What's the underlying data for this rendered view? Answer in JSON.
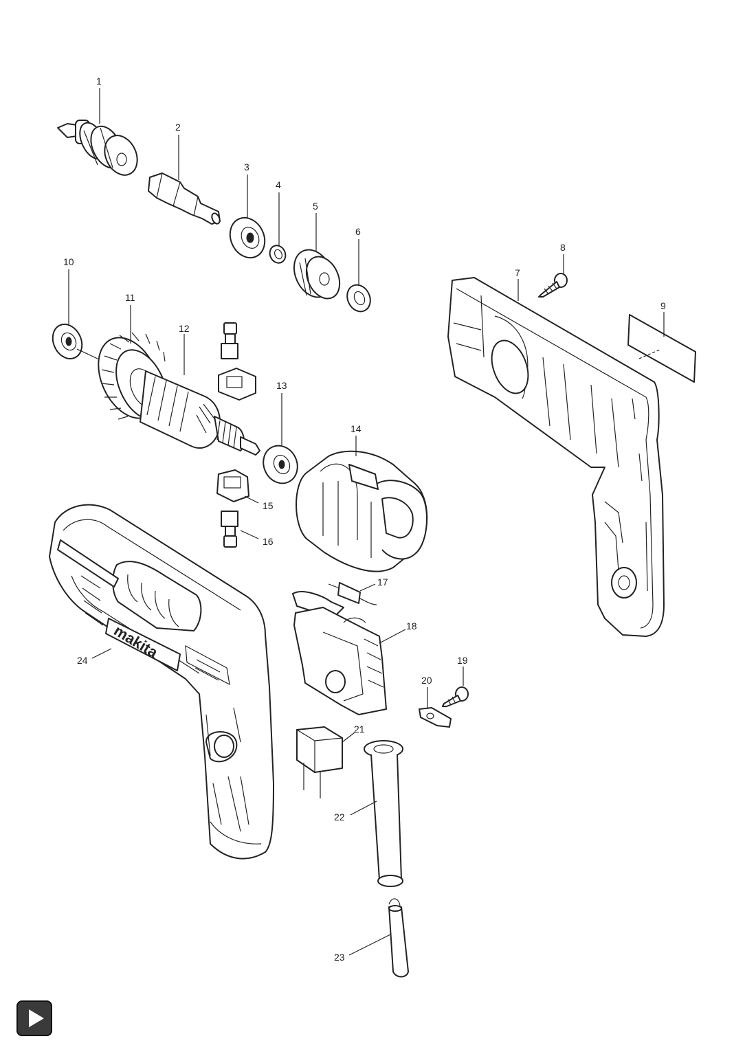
{
  "parts": [
    {
      "id": "part-1",
      "label": "1"
    },
    {
      "id": "part-2",
      "label": "2"
    },
    {
      "id": "part-3",
      "label": "3"
    },
    {
      "id": "part-4",
      "label": "4"
    },
    {
      "id": "part-5",
      "label": "5"
    },
    {
      "id": "part-6",
      "label": "6"
    },
    {
      "id": "part-7",
      "label": "7"
    },
    {
      "id": "part-8",
      "label": "8"
    },
    {
      "id": "part-9",
      "label": "9"
    },
    {
      "id": "part-10",
      "label": "10"
    },
    {
      "id": "part-11",
      "label": "11"
    },
    {
      "id": "part-12",
      "label": "12"
    },
    {
      "id": "part-13",
      "label": "13"
    },
    {
      "id": "part-14",
      "label": "14"
    },
    {
      "id": "part-15",
      "label": "15"
    },
    {
      "id": "part-16",
      "label": "16"
    },
    {
      "id": "part-17",
      "label": "17"
    },
    {
      "id": "part-18",
      "label": "18"
    },
    {
      "id": "part-19",
      "label": "19"
    },
    {
      "id": "part-20",
      "label": "20"
    },
    {
      "id": "part-21",
      "label": "21"
    },
    {
      "id": "part-22",
      "label": "22"
    },
    {
      "id": "part-23",
      "label": "23"
    },
    {
      "id": "part-24",
      "label": "24"
    }
  ],
  "housing_logo": "makita",
  "play_icon": "play-icon"
}
